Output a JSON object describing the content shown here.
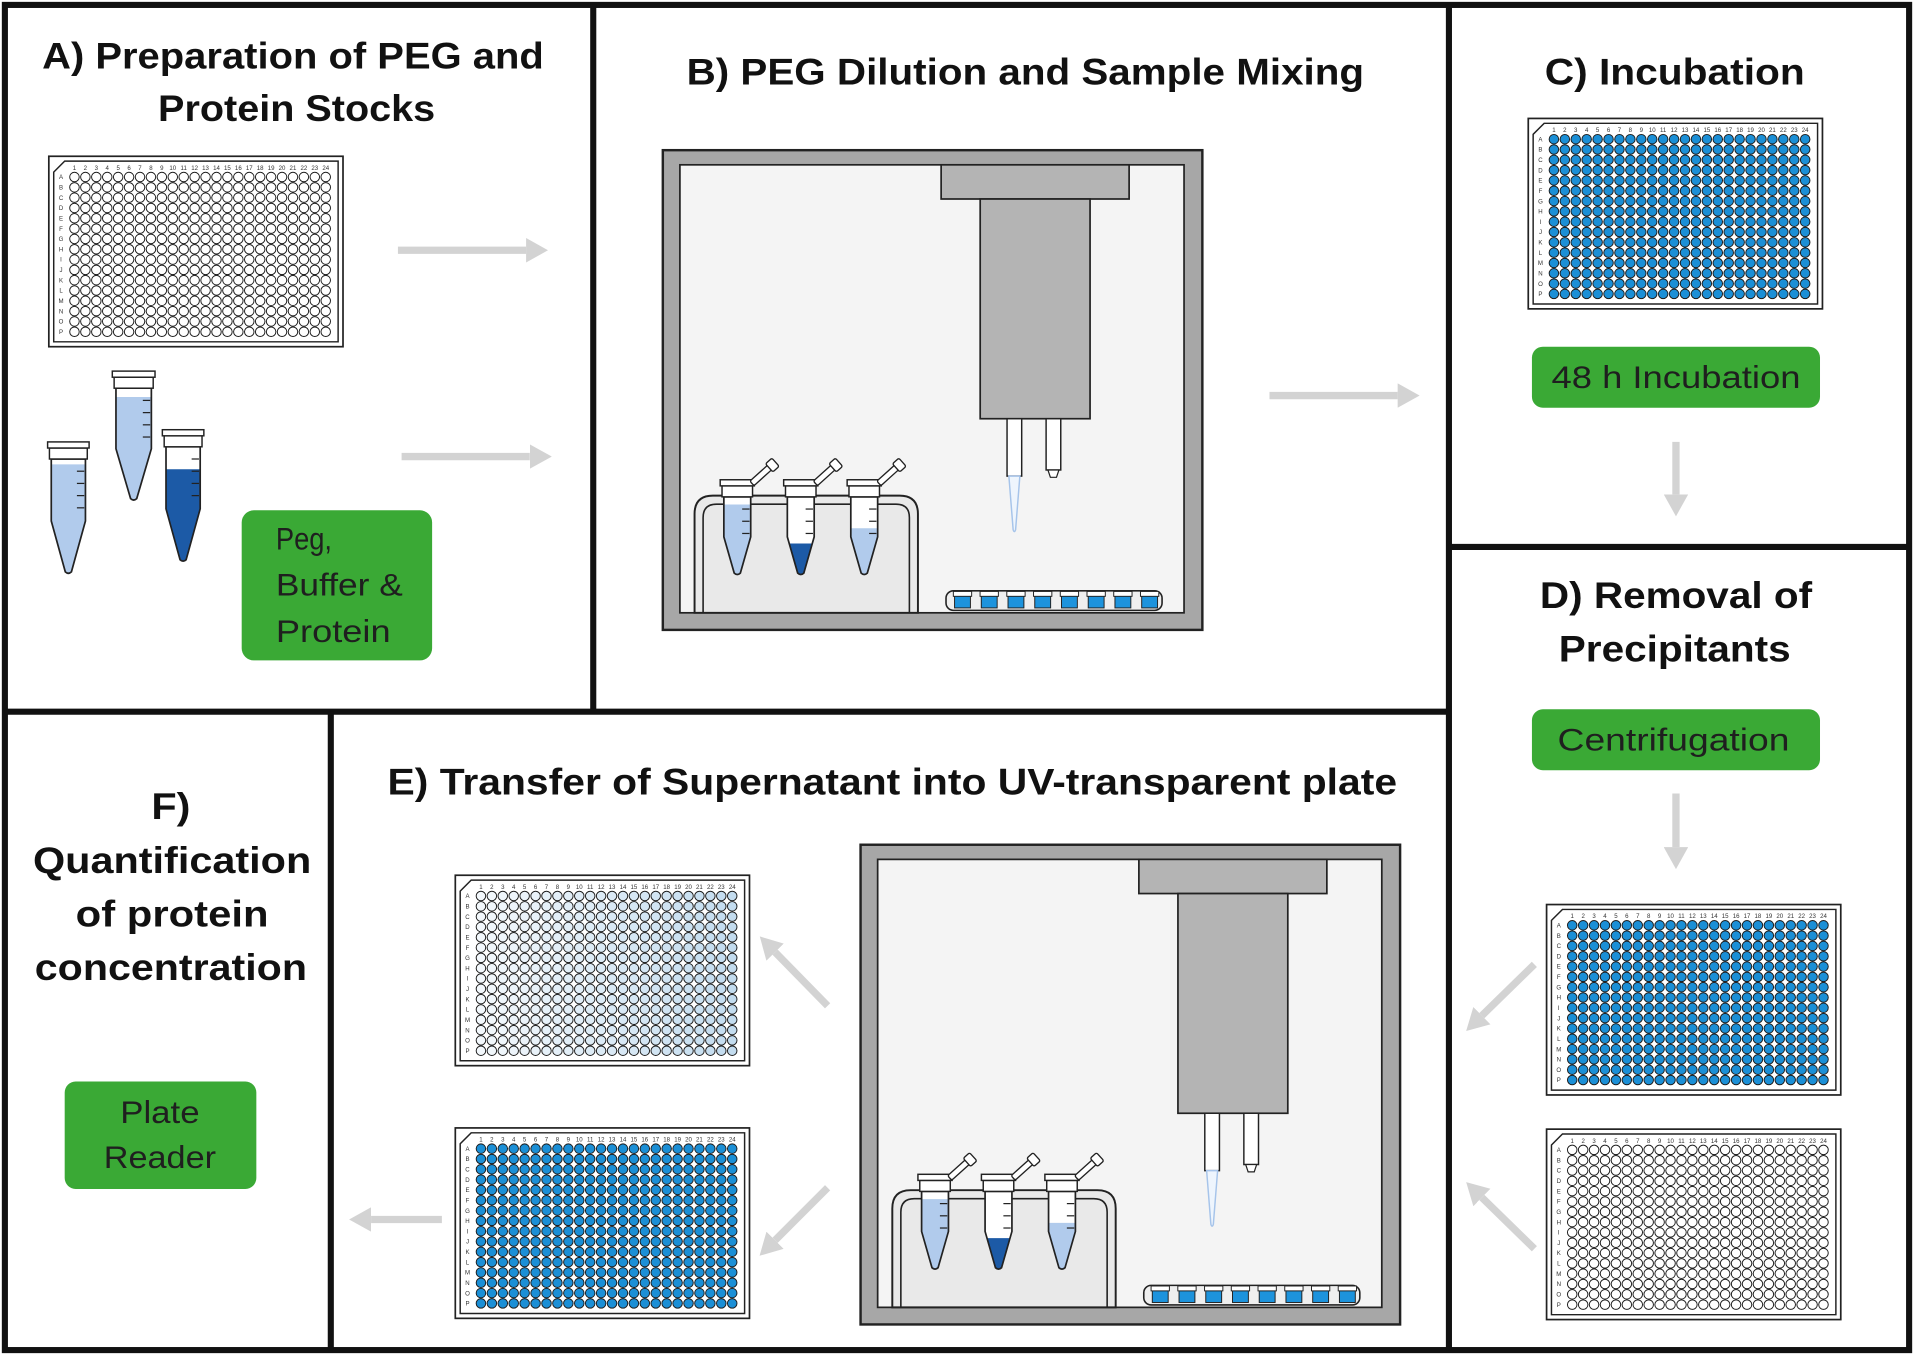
{
  "panels": {
    "a": {
      "title_lines": [
        "A) Preparation of PEG and",
        "Protein Stocks"
      ],
      "label_lines": [
        "Peg,",
        "Buffer &",
        "Protein"
      ]
    },
    "b": {
      "title": "B) PEG Dilution and Sample Mixing"
    },
    "c": {
      "title": "C) Incubation",
      "label": "48 h Incubation"
    },
    "d": {
      "title_lines": [
        "D) Removal of",
        "Precipitants"
      ],
      "label": "Centrifugation"
    },
    "e": {
      "title": "E) Transfer of Supernatant into UV-transparent plate"
    },
    "f": {
      "title_lines": [
        "F)",
        "Quantification",
        "of protein",
        "concentration"
      ],
      "label_lines": [
        "Plate",
        "Reader"
      ]
    }
  },
  "plate_labels": {
    "columns": [
      "1",
      "2",
      "3",
      "4",
      "5",
      "6",
      "7",
      "8",
      "9",
      "10",
      "11",
      "12",
      "13",
      "14",
      "15",
      "16",
      "17",
      "18",
      "19",
      "20",
      "21",
      "22",
      "23",
      "24"
    ],
    "rows": [
      "A",
      "B",
      "C",
      "D",
      "E",
      "F",
      "G",
      "H",
      "I",
      "J",
      "K",
      "L",
      "M",
      "N",
      "O",
      "P"
    ]
  },
  "plates": {
    "stock": "#ffffff",
    "incubation": "#1b8fd6",
    "centrifuged": "#1b8fd6",
    "uv_empty": "#ffffff",
    "supernatant": [
      "#f3f8fc",
      "#c3dcef"
    ],
    "source": "#1b8fd6"
  },
  "tubes": {
    "stock": [
      {
        "liquid": "#b1cbec",
        "level": 0.83
      },
      {
        "liquid": "#b1cbec",
        "level": 0.8
      },
      {
        "liquid": "#1c5aa6",
        "level": 0.7
      }
    ],
    "rack": [
      {
        "liquid": "#b1cbec",
        "level": 0.74
      },
      {
        "liquid": "#1c5aa6",
        "level": 0.33
      },
      {
        "liquid": "#b1cbec",
        "level": 0.49
      }
    ]
  },
  "colors": {
    "green": "#3aa935",
    "label_text": "#1f1f1f",
    "arrow": "#d3d3d3",
    "frame": "#a7a7a7",
    "chamber": "#f4f4f4",
    "pipette_head": "#b4b4b4",
    "cup": "#1d93dc",
    "rack": "#e9e9e9",
    "tip": "#a6c4ea"
  }
}
